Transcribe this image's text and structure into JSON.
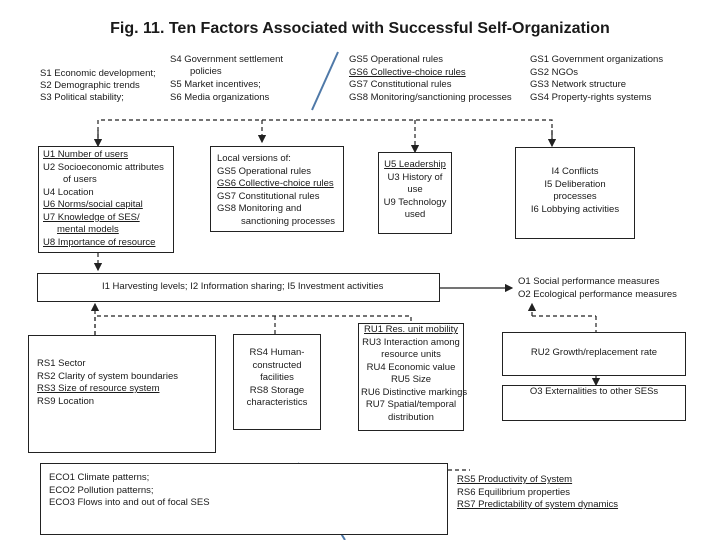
{
  "title": "Fig. 11.  Ten Factors Associated with Successful Self-Organization",
  "settings": {
    "s1": "S1 Economic development;",
    "s2": "S2 Demographic trends",
    "s3": "S3 Political stability;",
    "s4a": "S4 Government settlement",
    "s4b": "policies",
    "s5": "S5 Market incentives;",
    "s6": "S6 Media organizations"
  },
  "governance": {
    "gs5": "GS5 Operational rules",
    "gs6": "GS6 Collective-choice rules",
    "gs7": "GS7 Constitutional rules",
    "gs8": "GS8 Monitoring/sanctioning processes",
    "gs1": "GS1 Government organizations",
    "gs2": "GS2 NGOs",
    "gs3": "GS3 Network structure",
    "gs4": "GS4 Property-rights systems"
  },
  "users_box": [
    "U1 Number of users",
    "U2 Socioeconomic attributes",
    "of users",
    "U4 Location",
    "U6 Norms/social capital",
    "U7 Knowledge of SES/",
    "mental models",
    "U8 Importance of resource"
  ],
  "local_box": [
    "Local versions of:",
    "GS5 Operational rules",
    "GS6 Collective-choice rules",
    "GS7 Constitutional rules",
    "GS8 Monitoring and",
    "sanctioning processes"
  ],
  "leadership_box": [
    "U5 Leadership",
    "U3 History of",
    "use",
    "U9 Technology",
    "used"
  ],
  "conflicts_box": [
    "I4 Conflicts",
    "I5 Deliberation",
    "processes",
    "I6 Lobbying activities"
  ],
  "interactions_box": "I1 Harvesting levels; I2 Information sharing; I5 Investment activities",
  "outcomes": {
    "o1": "O1 Social performance measures",
    "o2": "O2 Ecological performance measures"
  },
  "resource_system_box": [
    "RS1 Sector",
    "RS2 Clarity of system boundaries",
    "RS3 Size of resource system",
    "RS9 Location"
  ],
  "human_box": [
    "RS4 Human-",
    "constructed",
    "facilities",
    "RS8 Storage",
    "characteristics"
  ],
  "units_box": [
    "RU1 Res. unit mobility",
    "RU3 Interaction among",
    "resource units",
    "RU4 Economic value",
    "RU5 Size",
    "RU6 Distinctive markings",
    "RU7 Spatial/temporal",
    "distribution"
  ],
  "ru2_box": "RU2 Growth/replacement rate",
  "o3_box": "O3 Externalities to other SESs",
  "eco_box": [
    "ECO1 Climate patterns;",
    "ECO2 Pollution patterns;",
    "ECO3 Flows into and out of focal SES"
  ],
  "rs_right": {
    "rs5": "RS5 Productivity of System",
    "rs6": "RS6 Equilibrium properties",
    "rs7": "RS7 Predictability of system dynamics"
  }
}
